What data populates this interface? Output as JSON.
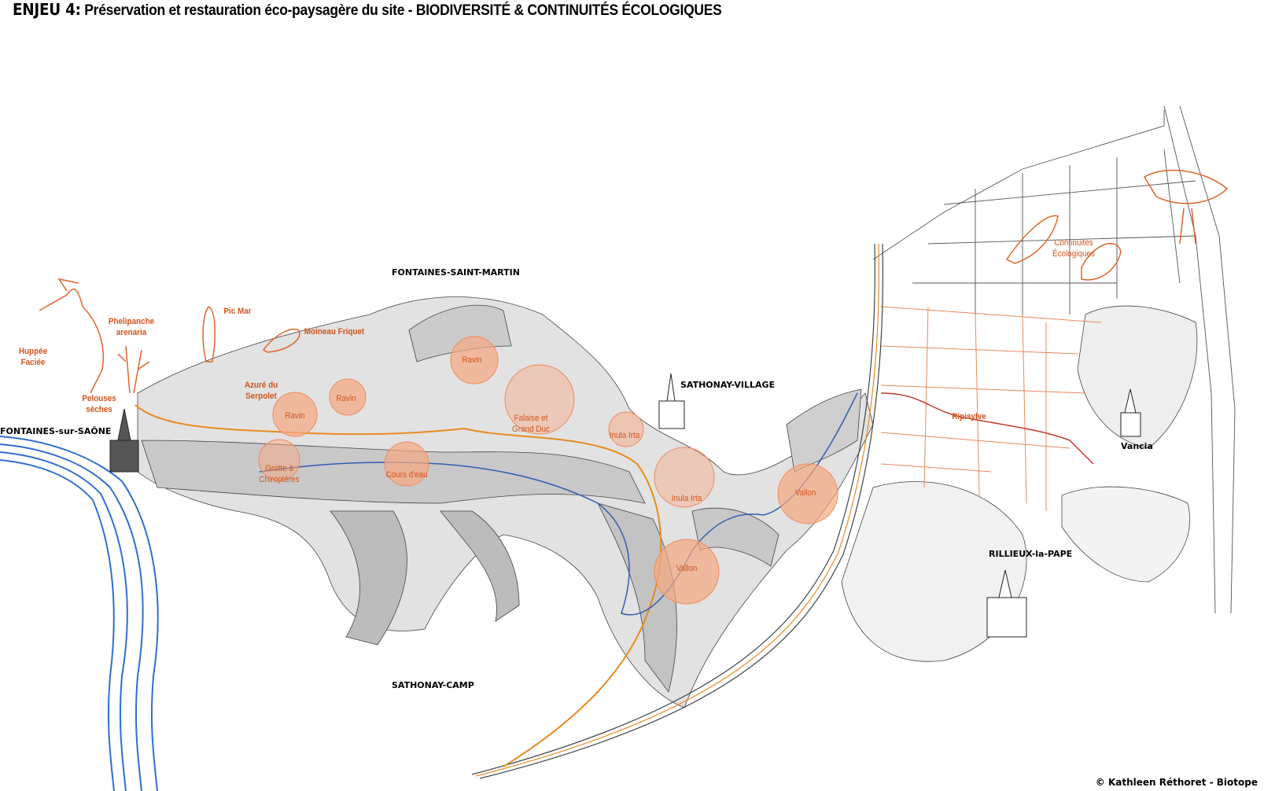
{
  "title": {
    "lead": "ENJEU 4:",
    "text": "Préservation et restauration éco-paysagère du site - BIODIVERSITÉ & CONTINUITÉS ÉCOLOGIQUES"
  },
  "towns": [
    {
      "id": "fontaines-saint-martin",
      "label": "FONTAINES-SAINT-MARTIN"
    },
    {
      "id": "sathonay-village",
      "label": "SATHONAY-VILLAGE"
    },
    {
      "id": "fontaines-sur-saone",
      "label": "FONTAINES-sur-SAÔNE"
    },
    {
      "id": "vancia",
      "label": "Vancia"
    },
    {
      "id": "rillieux-la-pape",
      "label": "RILLIEUX-la-PAPE"
    },
    {
      "id": "sathonay-camp",
      "label": "SATHONAY-CAMP"
    }
  ],
  "species_labels": [
    {
      "id": "huppee",
      "label": "Huppée\nFaciée"
    },
    {
      "id": "phelipanche",
      "label": "Phelipanche\narenaria"
    },
    {
      "id": "pic-mar",
      "label": "Pic Mar"
    },
    {
      "id": "moineau",
      "label": "Moineau Friquet"
    },
    {
      "id": "pelouses",
      "label": "Pelouses\nsèches"
    },
    {
      "id": "azure",
      "label": "Azuré du\nSerpolet"
    },
    {
      "id": "continuites",
      "label": "Continuités\nÉcologiques"
    },
    {
      "id": "ripisylve",
      "label": "Ripisylve"
    }
  ],
  "habitat_zones": [
    {
      "id": "ravin-1",
      "label": "Ravin"
    },
    {
      "id": "ravin-2",
      "label": "Ravin"
    },
    {
      "id": "ravin-3",
      "label": "Ravin"
    },
    {
      "id": "falaise",
      "label": "Falaise et\nGrand Duc"
    },
    {
      "id": "inula-1",
      "label": "Inula Irta"
    },
    {
      "id": "grotte",
      "label": "Grotte à\nChiroptères"
    },
    {
      "id": "cours-eau",
      "label": "Cours d'eau"
    },
    {
      "id": "inula-2",
      "label": "Inula Irta"
    },
    {
      "id": "vallon-1",
      "label": "Vallon"
    },
    {
      "id": "vallon-2",
      "label": "Vallon"
    }
  ],
  "credit": "© Kathleen Réthoret - Biotope",
  "colors": {
    "accent": "#d3541c",
    "zone": "#f7a882",
    "river": "#2f6fd0",
    "road": "#e88a1e",
    "ink": "#222222",
    "relief": "#bdbdbd"
  }
}
